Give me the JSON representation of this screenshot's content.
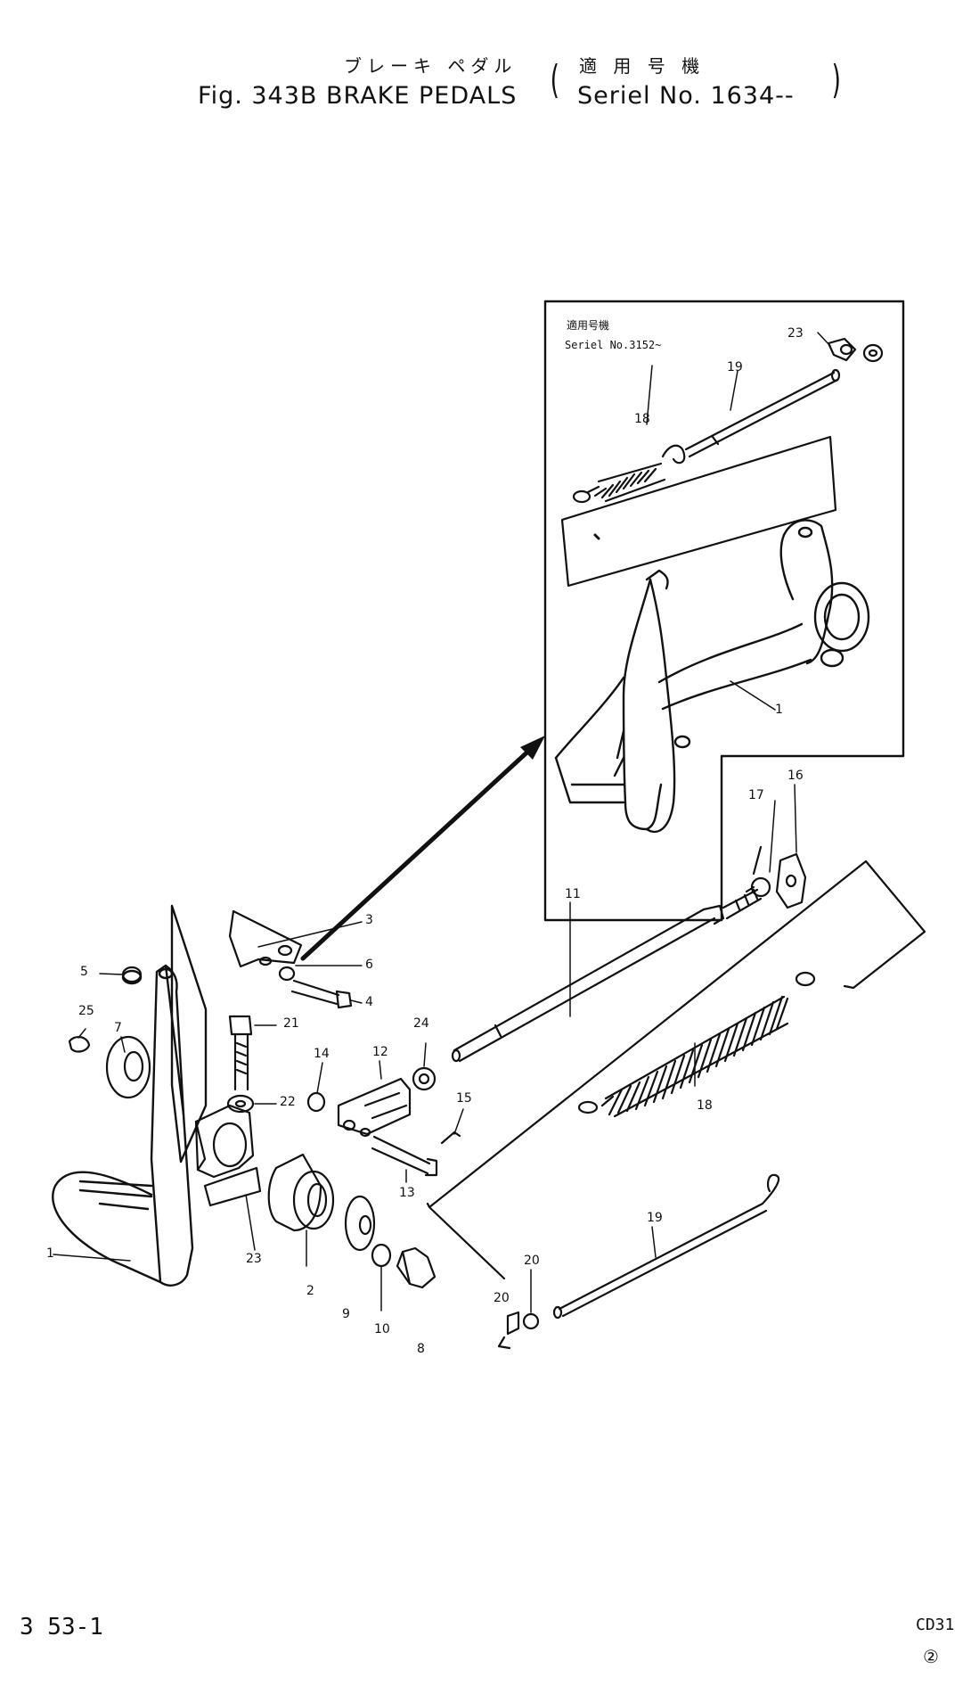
{
  "header": {
    "title_jp": "ブレーキ ペダル",
    "serial_jp": "適 用 号 機",
    "figure_title": "Fig. 343B BRAKE PEDALS",
    "serial_text": "Seriel No. 1634-- "
  },
  "inset": {
    "serial_jp": "適用号機",
    "serial_text": "Seriel No.3152~"
  },
  "callouts": [
    {
      "id": "c1",
      "text": "1"
    },
    {
      "id": "c1i",
      "text": "1"
    },
    {
      "id": "c2",
      "text": "2"
    },
    {
      "id": "c3",
      "text": "3"
    },
    {
      "id": "c4",
      "text": "4"
    },
    {
      "id": "c5",
      "text": "5"
    },
    {
      "id": "c6",
      "text": "6"
    },
    {
      "id": "c7",
      "text": "7"
    },
    {
      "id": "c8",
      "text": "8"
    },
    {
      "id": "c9",
      "text": "9"
    },
    {
      "id": "c10",
      "text": "10"
    },
    {
      "id": "c11",
      "text": "11"
    },
    {
      "id": "c12",
      "text": "12"
    },
    {
      "id": "c13",
      "text": "13"
    },
    {
      "id": "c14",
      "text": "14"
    },
    {
      "id": "c15",
      "text": "15"
    },
    {
      "id": "c16",
      "text": "16"
    },
    {
      "id": "c17",
      "text": "17"
    },
    {
      "id": "c18",
      "text": "18"
    },
    {
      "id": "c18i",
      "text": "18"
    },
    {
      "id": "c19",
      "text": "19"
    },
    {
      "id": "c19i",
      "text": "19"
    },
    {
      "id": "c20",
      "text": "20"
    },
    {
      "id": "c20b",
      "text": "20"
    },
    {
      "id": "c21",
      "text": "21"
    },
    {
      "id": "c22",
      "text": "22"
    },
    {
      "id": "c23",
      "text": "23"
    },
    {
      "id": "c23i",
      "text": "23"
    },
    {
      "id": "c24",
      "text": "24"
    },
    {
      "id": "c25",
      "text": "25"
    }
  ],
  "footer": {
    "page_ref": "3 53-1",
    "code": "CD31",
    "code_sub": "②"
  }
}
